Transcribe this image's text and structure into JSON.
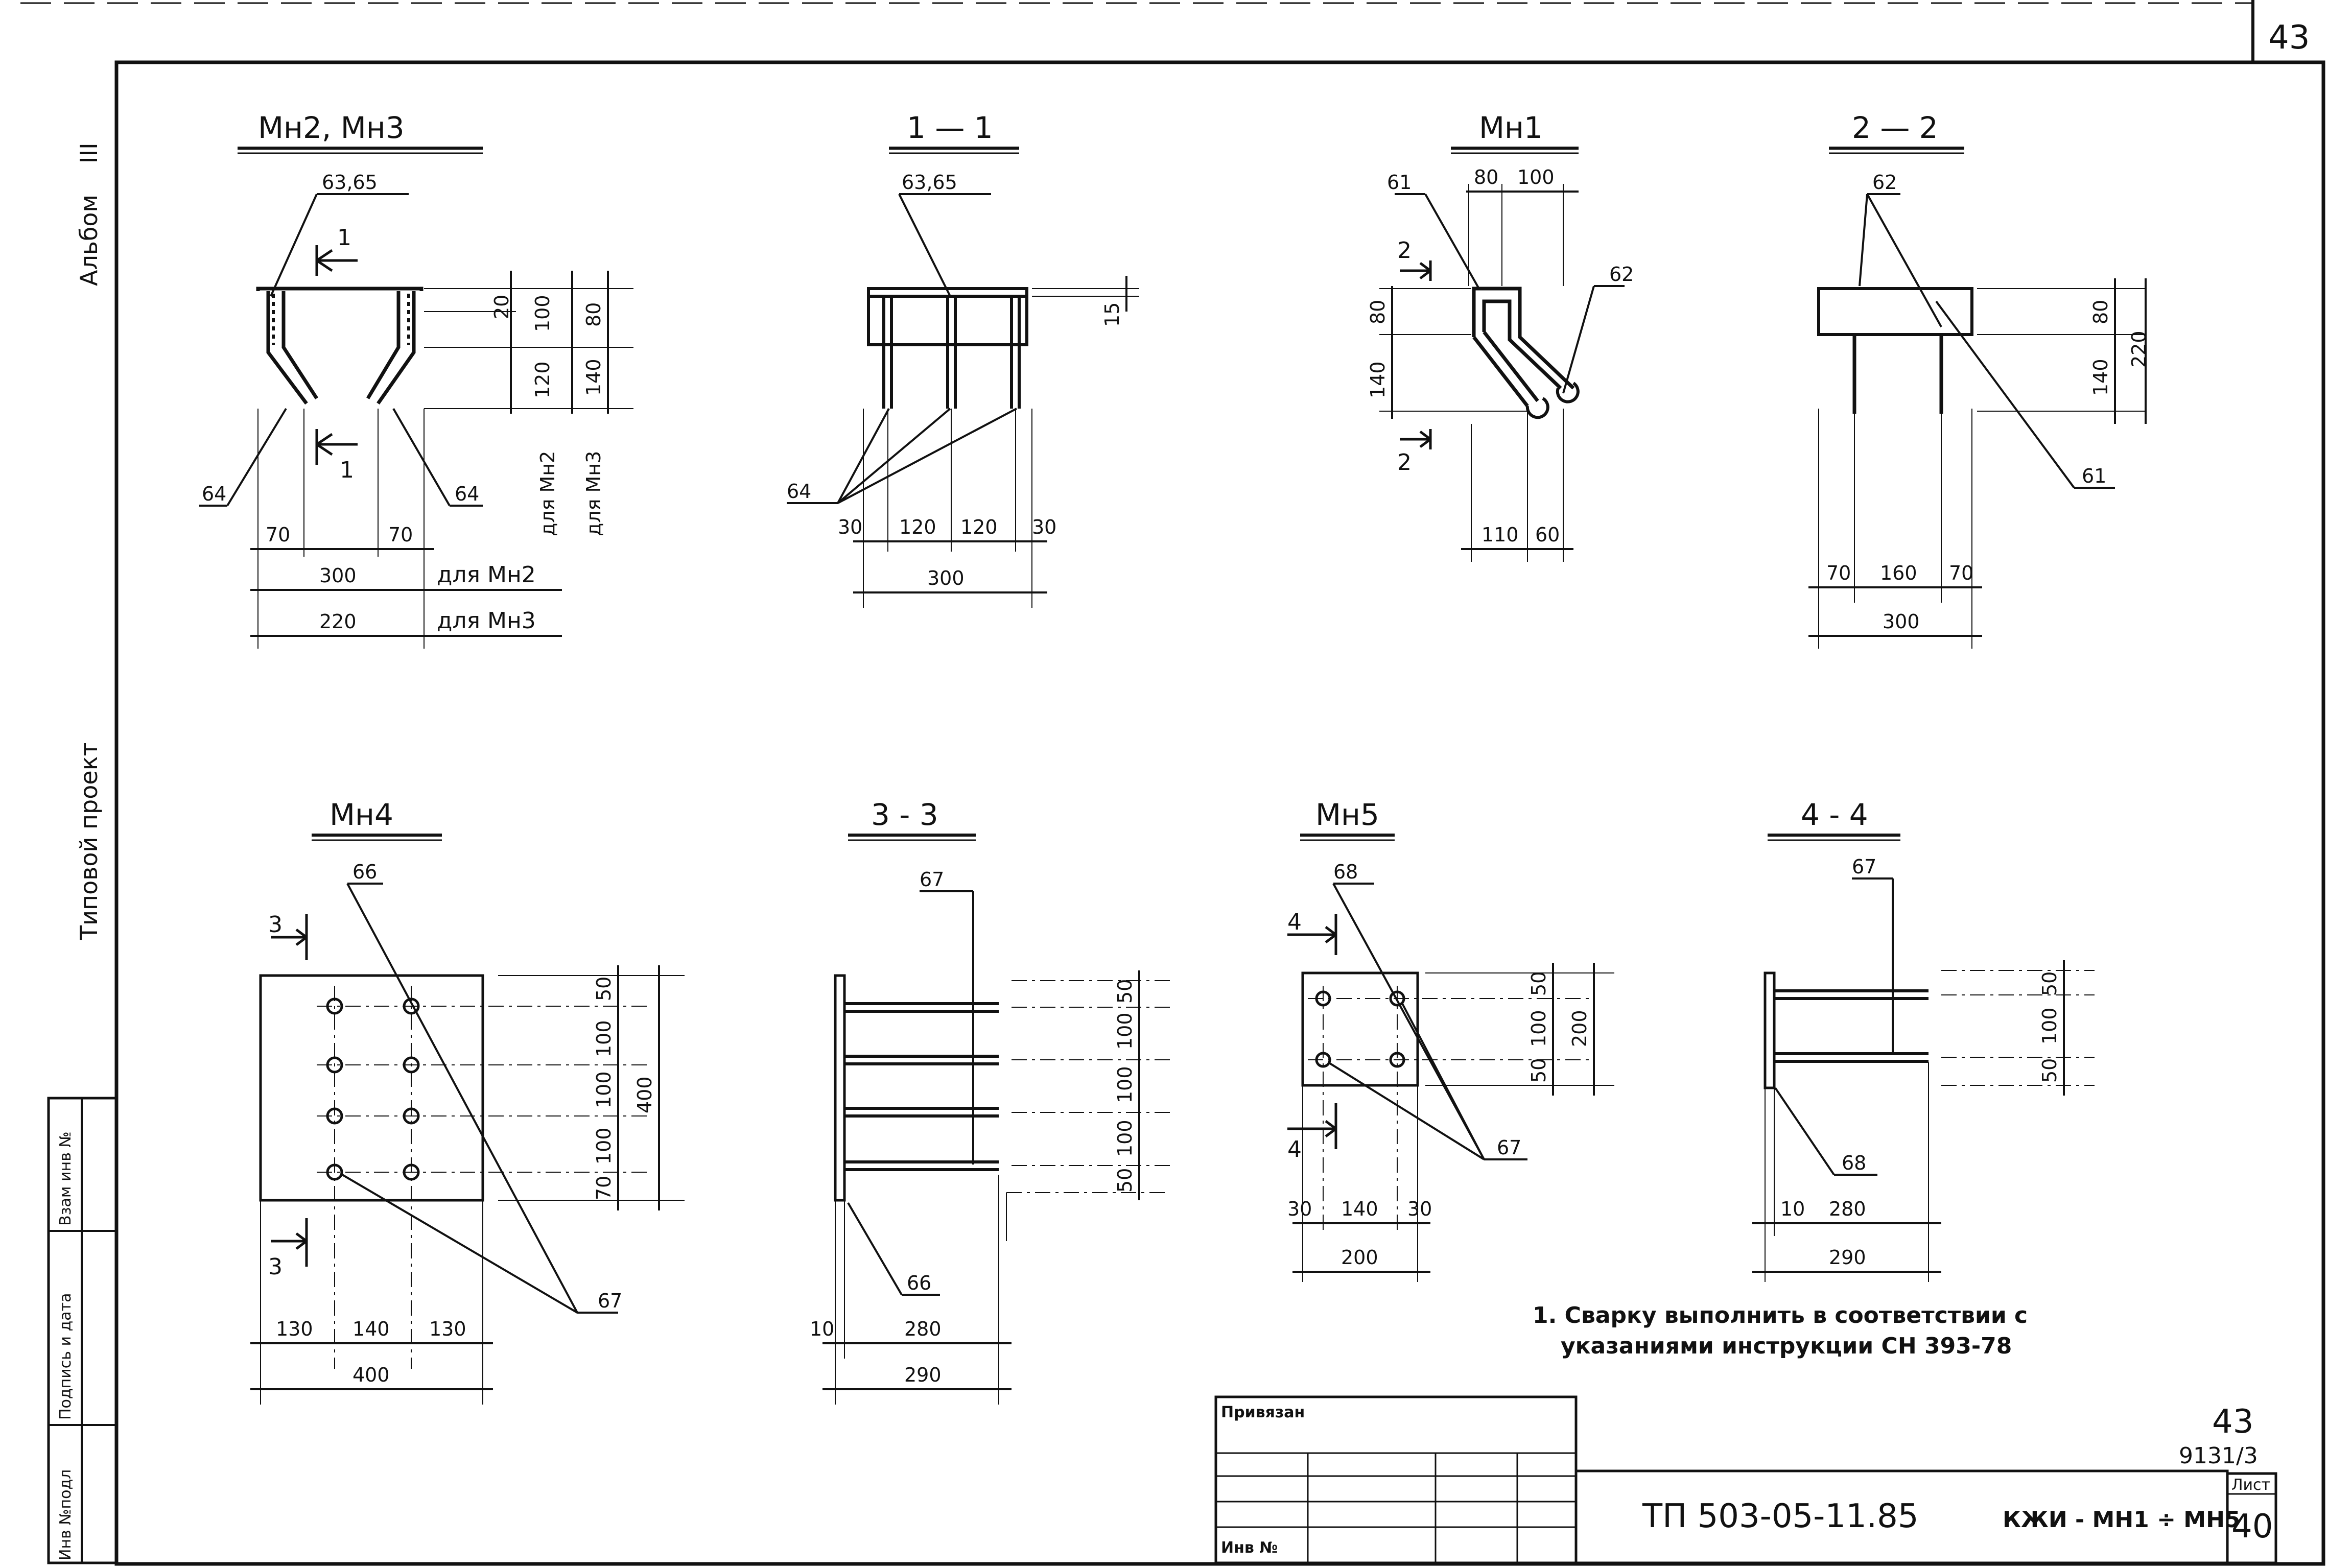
{
  "sheet": {
    "page_number": "43",
    "album_label": "Альбом",
    "album_number": "III",
    "project_type": "Типовой проект"
  },
  "side_stamp": {
    "inv_podl": "Инв №подл",
    "podpis_data": "Подпись и дата",
    "vzam_inv": "Взам инв №"
  },
  "views": [
    {
      "id": "mn2-mn3",
      "title": "Мн2, Мн3"
    },
    {
      "id": "sec-1-1",
      "title": "1 — 1"
    },
    {
      "id": "mn1",
      "title": "Мн1"
    },
    {
      "id": "sec-2-2",
      "title": "2 — 2"
    },
    {
      "id": "mn4",
      "title": "Мн4"
    },
    {
      "id": "sec-3-3",
      "title": "3 - 3"
    },
    {
      "id": "mn5",
      "title": "Мн5"
    },
    {
      "id": "sec-4-4",
      "title": "4 - 4"
    }
  ],
  "callouts": {
    "v1_top": "63,65",
    "v1_left": "64",
    "v1_right": "64",
    "v2_top": "63,65",
    "v2_bottom": "64",
    "v3_a": "61",
    "v3_b": "62",
    "v4_a": "62",
    "v4_b": "61",
    "v5_a": "66",
    "v5_b": "67",
    "v6_a": "67",
    "v6_b": "66",
    "v7_a": "68",
    "v7_b": "67",
    "v8_a": "67",
    "v8_b": "68"
  },
  "section_marks": {
    "one_a": "1",
    "one_b": "1",
    "two_a": "2",
    "two_b": "2",
    "three_a": "3",
    "three_b": "3",
    "four_a": "4",
    "four_b": "4"
  },
  "dims": {
    "v1": {
      "d20": "20",
      "d100": "100",
      "d80": "80",
      "d120": "120",
      "d140": "140",
      "for_mn2": "для Мн2",
      "for_mn3": "для Мн3",
      "d70a": "70",
      "d70b": "70",
      "d300": "300",
      "d220": "220",
      "row300": "для Мн2",
      "row220": "для Мн3"
    },
    "v2": {
      "d15": "15",
      "d30a": "30",
      "d120a": "120",
      "d120b": "120",
      "d30b": "30",
      "d300": "300"
    },
    "v3": {
      "d80top": "80",
      "d100": "100",
      "d80": "80",
      "d140": "140",
      "d110": "110",
      "d60": "60"
    },
    "v4": {
      "d80": "80",
      "d140": "140",
      "d220": "220",
      "d70a": "70",
      "d160": "160",
      "d70b": "70",
      "d300": "300"
    },
    "v5": {
      "d50": "50",
      "d100a": "100",
      "d100b": "100",
      "d100c": "100",
      "d70": "70",
      "d400v": "400",
      "d130a": "130",
      "d140": "140",
      "d130b": "130",
      "d400": "400"
    },
    "v6": {
      "d50a": "50",
      "d100a": "100",
      "d100b": "100",
      "d100c": "100",
      "d50b": "50",
      "d10": "10",
      "d280": "280",
      "d290": "290"
    },
    "v7": {
      "d50a": "50",
      "d100": "100",
      "d50b": "50",
      "d200v": "200",
      "d30a": "30",
      "d140": "140",
      "d30b": "30",
      "d200": "200"
    },
    "v8": {
      "d50a": "50",
      "d100": "100",
      "d50b": "50",
      "d10": "10",
      "d280": "280",
      "d290": "290"
    }
  },
  "note": {
    "line1": "1. Сварку выполнить в соответствии с",
    "line2": "указаниями инструкции СН 393-78"
  },
  "title_block": {
    "privyazan": "Привязан",
    "inv_no": "Инв №",
    "project_code": "ТП 503-05-11.85",
    "drawing_code": "КЖИ - МН1 ÷ МН5",
    "sheet_label": "Лист",
    "sheet_no": "40",
    "page_top": "43",
    "code_small": "9131/3"
  }
}
